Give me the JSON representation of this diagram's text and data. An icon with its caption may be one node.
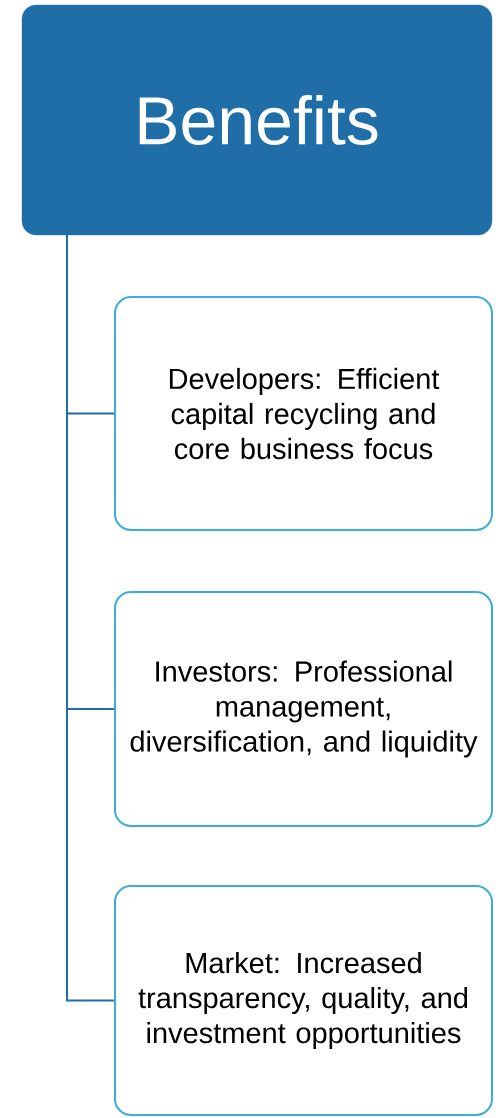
{
  "diagram": {
    "nodes": [
      {
        "text": [
          "Benefits"
        ]
      },
      {
        "text": [
          "Developers: Efficient capital recycling and core business focus"
        ]
      },
      {
        "text": [
          "Investors: Professional management, diversification, and liquidity"
        ]
      },
      {
        "text": [
          "Market: Increased transparency, quality, and investment opportunities"
        ]
      }
    ],
    "edges": [
      {
        "from": 0,
        "to": 1,
        "arrow": "none"
      },
      {
        "from": 0,
        "to": 2,
        "arrow": "none"
      },
      {
        "from": 0,
        "to": 3,
        "arrow": "none"
      }
    ]
  }
}
